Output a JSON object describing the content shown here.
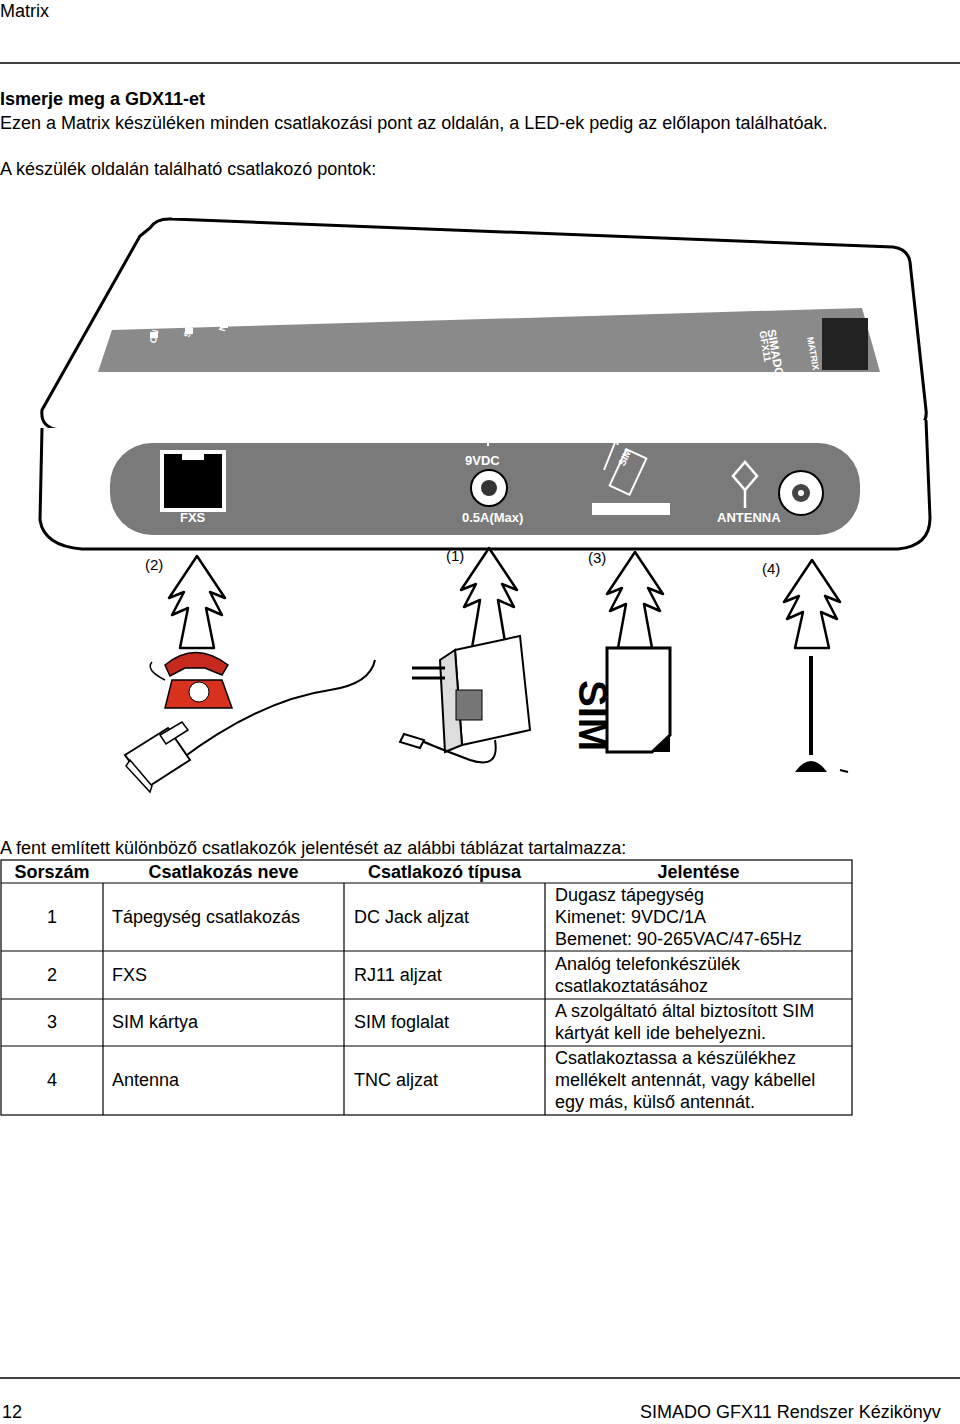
{
  "diagram": {
    "title": "Ismerje meg a GDX11-et",
    "labels": [
      "Matrix",
      "Ezen a Matrix készüléken minden csatlakozási pont az oldalán, a LED-ek pedig az előlapon találhatóak.",
      "A készülék oldalán található csatlakozó pontok:",
      "ON",
      "SIM",
      "NW",
      "FXS",
      "SIMADO",
      "GFX11",
      "MATRIX",
      "FXS",
      "9VDC",
      "0.5A(Max)",
      "SIM",
      "ANTENNA",
      "(2)",
      "(1)",
      "(3)",
      "(4)",
      "SIM",
      "A fent említett különböző csatlakozók jelentését az alábbi táblázat tartalmazza:",
      "Sorszám",
      "Csatlakozás neve",
      "Csatlakozó típusa",
      "Jelentése",
      "1",
      "Tápegység csatlakozás",
      "DC Jack aljzat",
      "Dugasz tápegység",
      "Kimenet: 9VDC/1A",
      "Bemenet: 90-265VAC/47-65Hz",
      "2",
      "FXS",
      "RJ11 aljzat",
      "Analóg telefonkészülék csatlakoztatásához",
      "3",
      "SIM kártya",
      "SIM foglalat",
      "A szolgáltató által biztosított SIM kártyát kell ide behelyezni.",
      "4",
      "Antenna",
      "TNC aljzat",
      "Csatlakoztassa a készülékhez mellékelt antennát, vagy kábellel egy más, külső antennát.",
      "12",
      "SIMADO GFX11 Rendszer Kézikönyv"
    ]
  }
}
